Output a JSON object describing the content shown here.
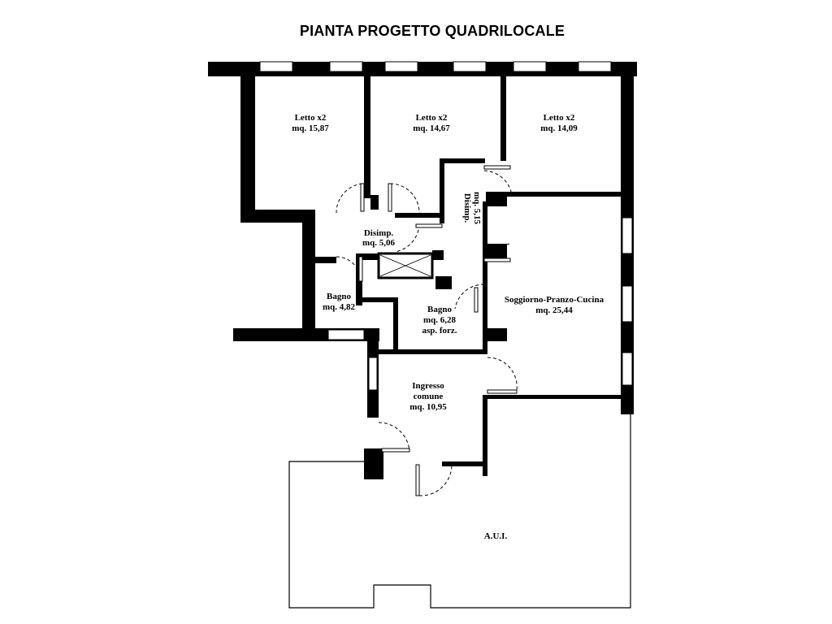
{
  "title": "PIANTA PROGETTO QUADRILOCALE",
  "rooms": [
    {
      "id": "letto-1",
      "name": "Letto x2",
      "area": "mq. 15,87"
    },
    {
      "id": "letto-2",
      "name": "Letto x2",
      "area": "mq. 14,67"
    },
    {
      "id": "letto-3",
      "name": "Letto x2",
      "area": "mq. 14,09"
    },
    {
      "id": "disimp-1",
      "name": "Disimp.",
      "area": "mq. 5,06"
    },
    {
      "id": "disimp-2",
      "name": "Disimp.",
      "area": "mq. 5,15"
    },
    {
      "id": "bagno-1",
      "name": "Bagno",
      "area": "mq. 4,82"
    },
    {
      "id": "bagno-2",
      "name": "Bagno",
      "area": "mq. 6,28",
      "note": "asp. forz."
    },
    {
      "id": "soggiorno",
      "name": "Soggiorno-Pranzo-Cucina",
      "area": "mq. 25,44"
    },
    {
      "id": "ingresso",
      "name": "Ingresso",
      "name2": "comune",
      "area": "mq. 10,95"
    },
    {
      "id": "aui",
      "name": "A.U.I."
    }
  ],
  "colors": {
    "wall": "#000000",
    "background": "#ffffff",
    "line": "#000000"
  }
}
